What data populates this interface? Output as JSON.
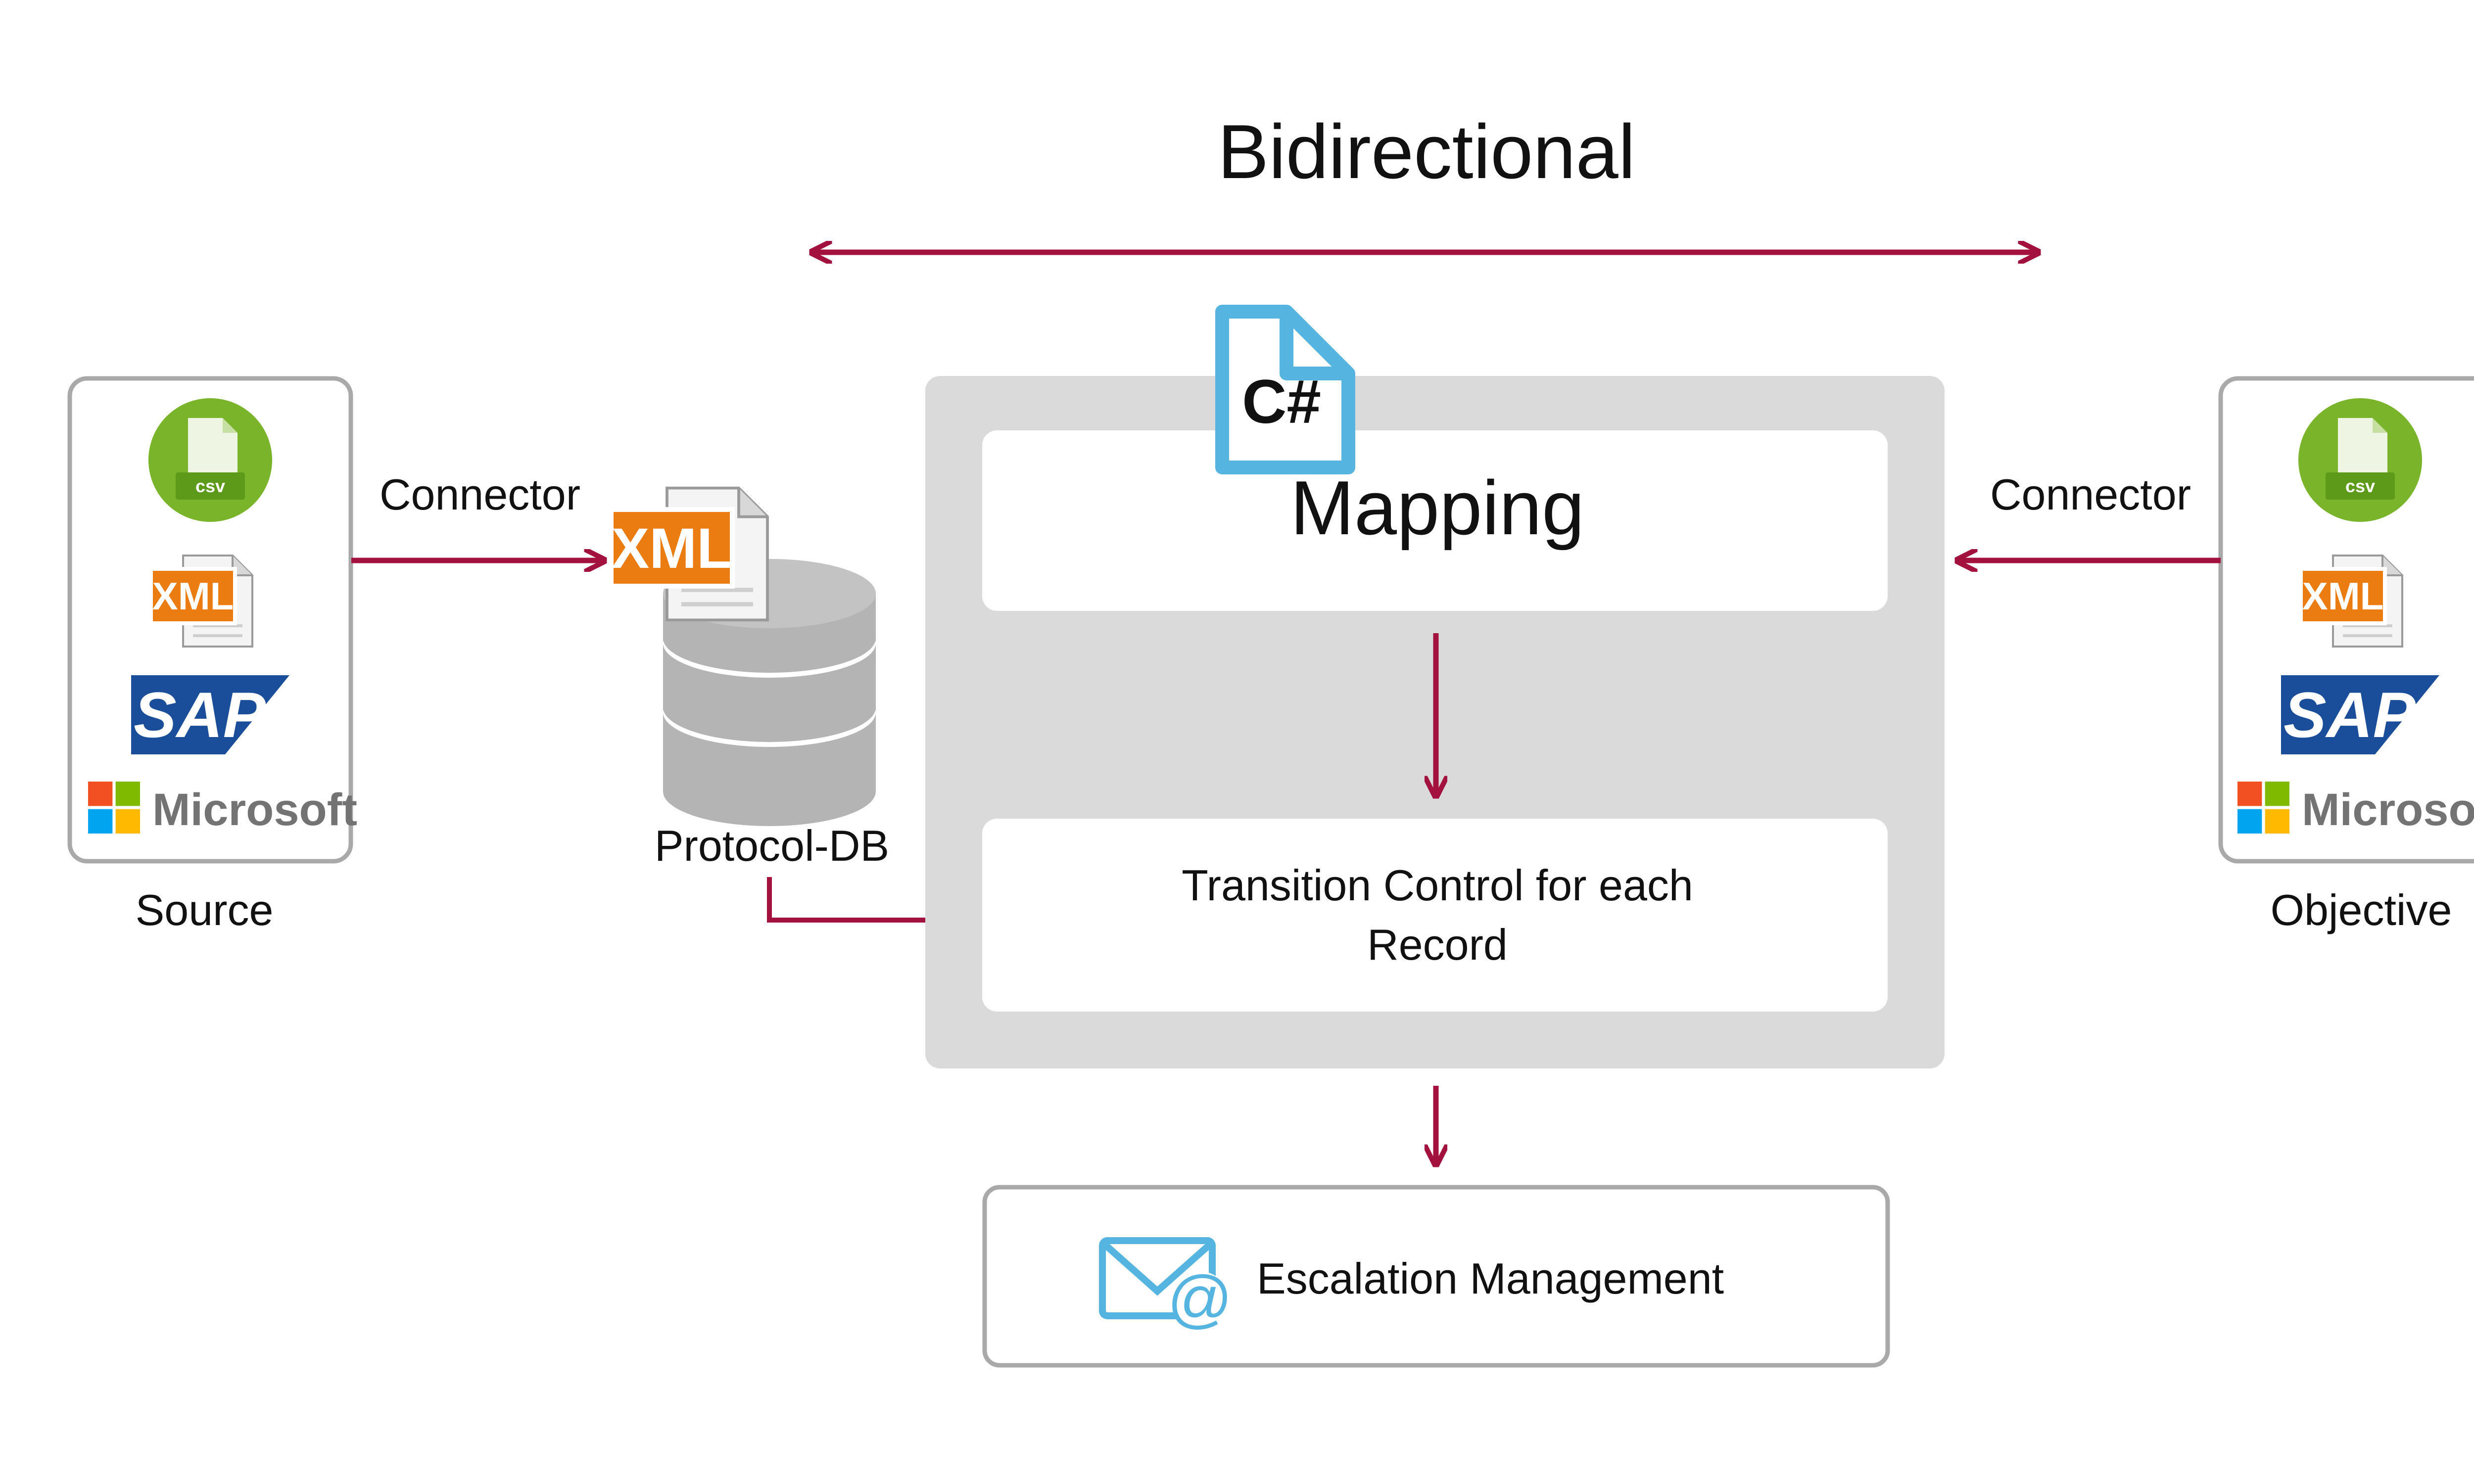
{
  "title": "Bidirectional",
  "source": {
    "caption": "Source",
    "icons": [
      "csv-icon",
      "xml-icon",
      "sap-logo",
      "microsoft-logo"
    ],
    "csv_badge": "csv",
    "xml_badge": "XML",
    "sap_text": "SAP",
    "microsoft_text": "Microsoft"
  },
  "objective": {
    "caption": "Objective",
    "icons": [
      "csv-icon",
      "xml-icon",
      "sap-logo",
      "microsoft-logo"
    ],
    "csv_badge": "csv",
    "xml_badge": "XML",
    "sap_text": "SAP",
    "microsoft_text": "Microsoft"
  },
  "connector_left": "Connector",
  "connector_right": "Connector",
  "protocol_db": {
    "label": "Protocol-DB",
    "xml_badge": "XML"
  },
  "engine": {
    "language_badge": "C#",
    "mapping_label": "Mapping",
    "transition_line1": "Transition Control for each",
    "transition_line2": "Record"
  },
  "escalation": {
    "label": "Escalation Management"
  },
  "colors": {
    "arrow": "#a3123f",
    "panel": "#dadada",
    "box_border": "#a9a9a9",
    "csharp": "#55b4e0",
    "csv_green": "#7ab42a",
    "xml_orange": "#ea7c12",
    "sap_blue": "#1a4d9a",
    "ms_red": "#f25022",
    "ms_green": "#7fba00",
    "ms_blue": "#00a4ef",
    "ms_yellow": "#ffb900",
    "db_gray": "#b4b4b4"
  }
}
